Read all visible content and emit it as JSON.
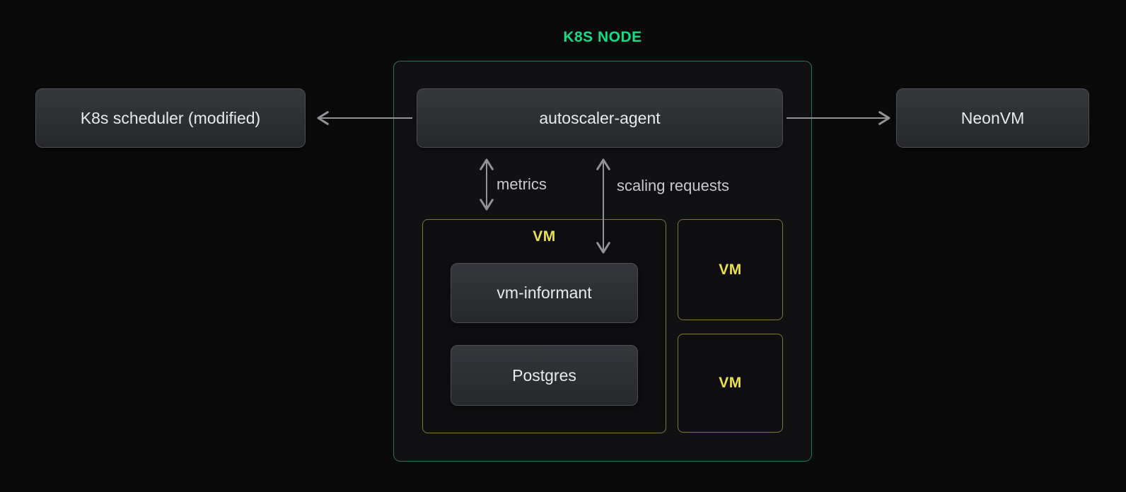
{
  "diagram": {
    "title": "K8S NODE",
    "nodes": {
      "scheduler": "K8s scheduler (modified)",
      "autoscaler": "autoscaler-agent",
      "neonvm": "NeonVM",
      "vm_informant": "vm-informant",
      "postgres": "Postgres"
    },
    "edges": {
      "metrics_label": "metrics",
      "scaling_label": "scaling requests"
    },
    "vm_boxes": [
      {
        "label": "VM"
      },
      {
        "label": "VM"
      },
      {
        "label": "VM"
      }
    ],
    "colors": {
      "background": "#0a0a0b",
      "k8s_node_title_green": "#14dc85",
      "k8s_node_border_green": "#2c7258",
      "vm_label_yellow": "#e9e14f",
      "vm_border_olive": "#7d773c",
      "component_box_fill_top": "#34373b",
      "component_box_fill_bottom": "#26282b",
      "component_box_border": "#4b4e53",
      "component_text": "#e9eaec",
      "arrow_gray": "#929297",
      "edge_label_gray": "#c9cacd"
    }
  }
}
